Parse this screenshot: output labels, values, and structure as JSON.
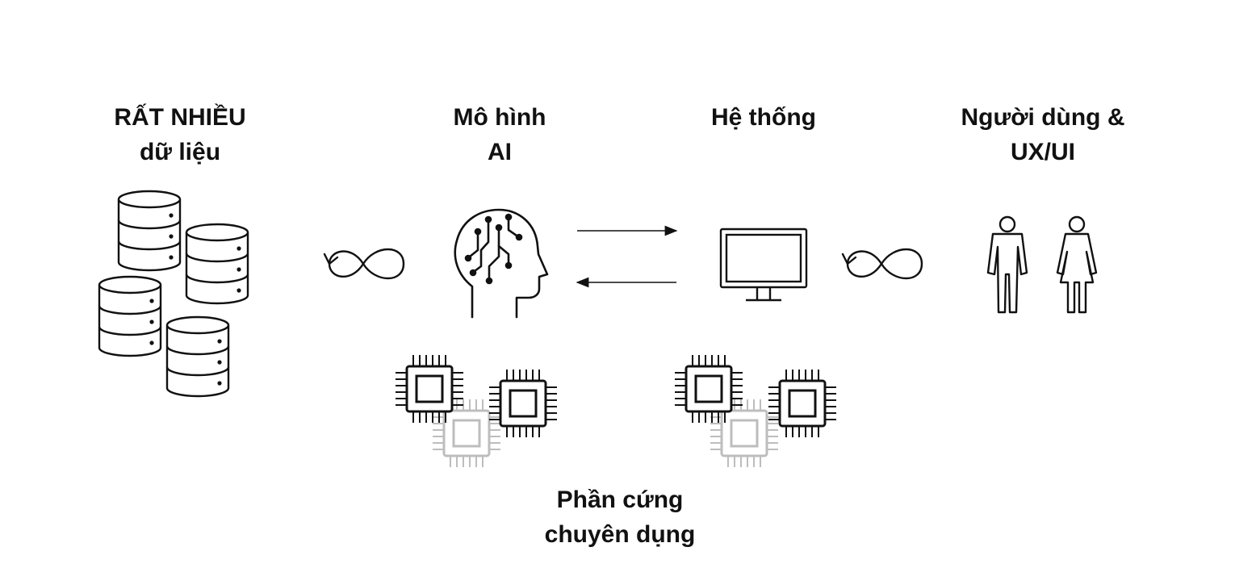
{
  "labels": {
    "data": {
      "line1": "RẤT NHIỀU",
      "line2": "dữ liệu"
    },
    "model": {
      "line1": "Mô hình",
      "line2": "AI"
    },
    "system": {
      "line1": "Hệ thống"
    },
    "users": {
      "line1": "Người dùng &",
      "line2": "UX/UI"
    },
    "hardware": {
      "line1": "Phần cứng",
      "line2": "chuyên dụng"
    }
  },
  "colors": {
    "stroke": "#111111",
    "faded": "#bdbdbd",
    "background": "#ffffff"
  },
  "icons": [
    "database-icon",
    "infinity-loop-icon",
    "ai-head-icon",
    "arrow-right-icon",
    "arrow-left-icon",
    "monitor-icon",
    "man-icon",
    "woman-icon",
    "chip-icon"
  ]
}
